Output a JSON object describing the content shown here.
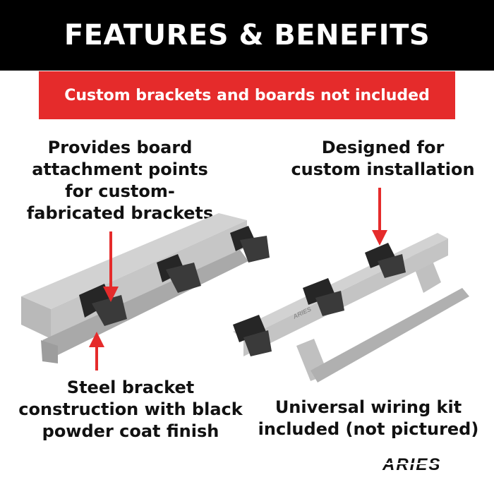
{
  "header": {
    "title": "FEATURES & BENEFITS"
  },
  "banner": {
    "text": "Custom brackets and boards not included"
  },
  "captions": {
    "top_left": [
      "Provides board",
      "attachment points",
      "for custom-",
      "fabricated brackets"
    ],
    "top_right": [
      "Designed for",
      "custom installation"
    ],
    "bottom_left": [
      "Steel bracket",
      "construction with black",
      "powder coat finish"
    ],
    "bottom_right": [
      "Universal wiring kit",
      "included (not pictured)"
    ]
  },
  "product": {
    "board_badge": "ARIES"
  },
  "brand": {
    "logo_text": "ARIES"
  },
  "colors": {
    "header_bg": "#000000",
    "banner_bg": "#e52b2b",
    "arrow": "#e52b2b",
    "board": "#c4c4c4",
    "bracket": "#2b2b2b"
  }
}
